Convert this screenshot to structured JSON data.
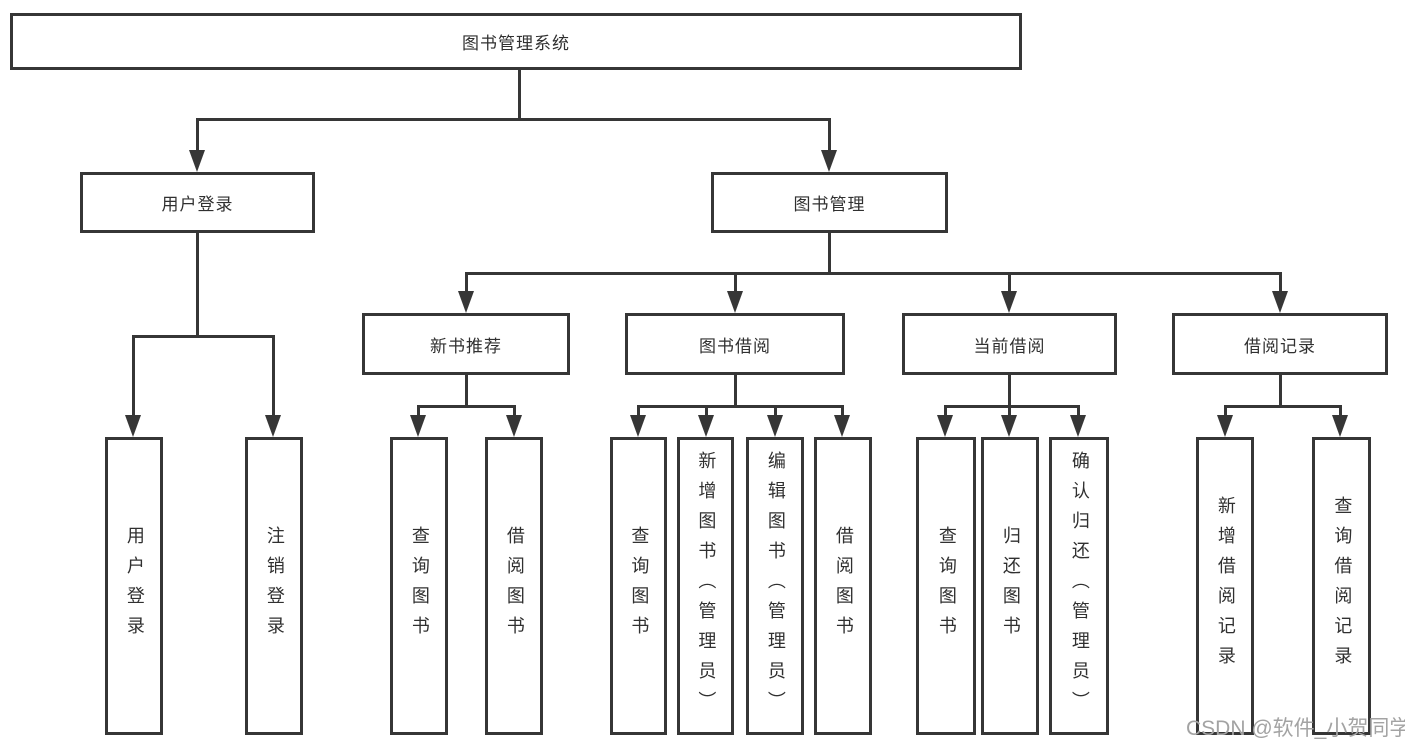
{
  "colors": {
    "line": "#363636",
    "text": "#303030",
    "background": "#ffffff",
    "watermark": "#a3a3a3"
  },
  "icons": {
    "arrow": "arrow-down"
  },
  "watermark": "CSDN @软件_小贺同学",
  "tree": {
    "root": {
      "label": "图书管理系统"
    },
    "branches": [
      {
        "id": "user-login",
        "label": "用户登录",
        "children": [
          "用户登录",
          "注销登录"
        ]
      },
      {
        "id": "book-management",
        "label": "图书管理",
        "sections": [
          {
            "id": "new-book-recommendation",
            "label": "新书推荐",
            "children": [
              "查询图书",
              "借阅图书"
            ]
          },
          {
            "id": "book-borrowing",
            "label": "图书借阅",
            "children": [
              "查询图书",
              "新增图书（管理员）",
              "编辑图书（管理员）",
              "借阅图书"
            ]
          },
          {
            "id": "current-borrowing",
            "label": "当前借阅",
            "children": [
              "查询图书",
              "归还图书",
              "确认归还（管理员）"
            ]
          },
          {
            "id": "borrowing-records",
            "label": "借阅记录",
            "children": [
              "新增借阅记录",
              "查询借阅记录"
            ]
          }
        ]
      }
    ]
  }
}
